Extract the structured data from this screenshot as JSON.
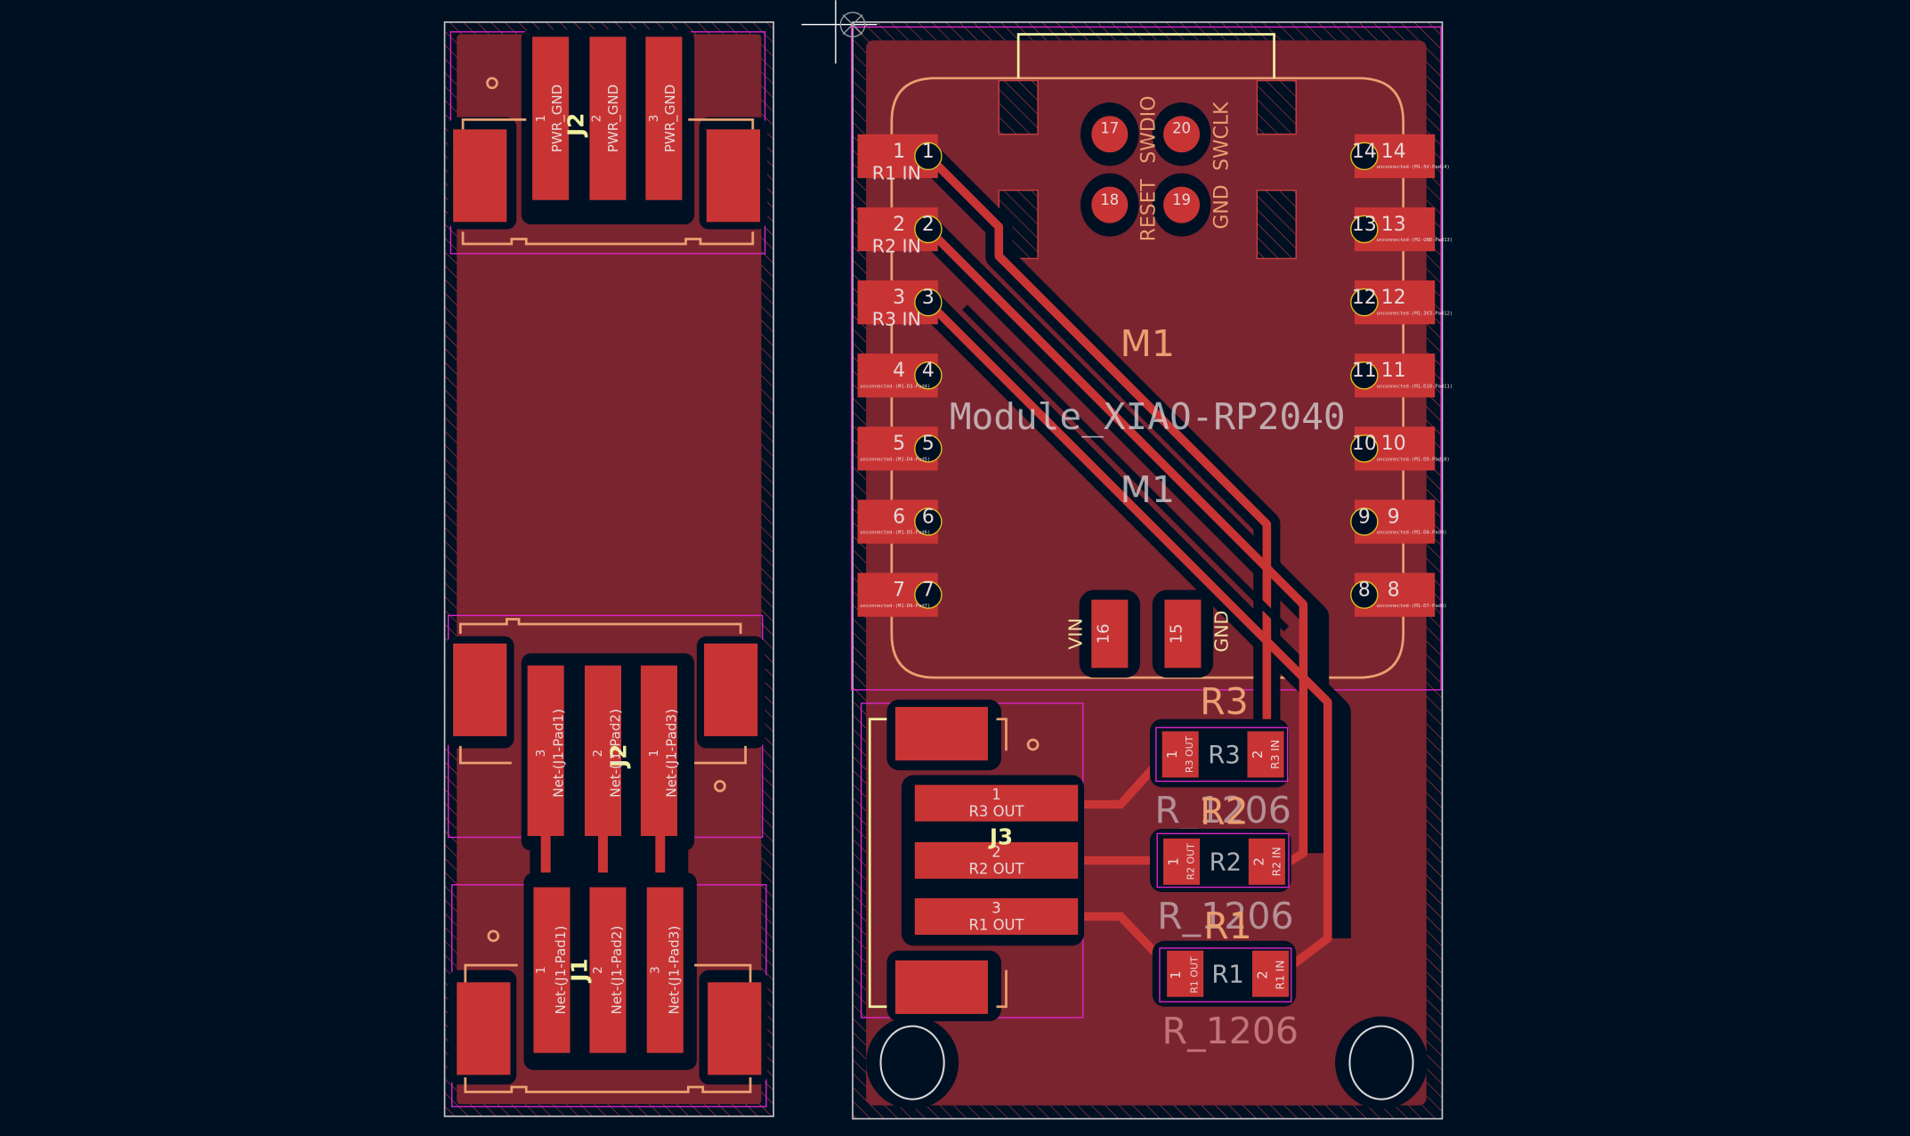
{
  "app": {
    "view": "PCB Editor canvas"
  },
  "colors": {
    "background": "#001023",
    "copper_fill": "#7a2430",
    "pad": "#c83434",
    "edge_cut": "#c8c8c8",
    "courtyard": "#e024c8",
    "silkscreen": "#e8a070",
    "fab": "#f0f0a0",
    "hatch": "#c84040",
    "ref_text": "#d8d8d8"
  },
  "left_board": {
    "top_connector": {
      "ref": "J2",
      "pads": [
        {
          "num": "1",
          "net": "PWR_GND"
        },
        {
          "num": "2",
          "net": "PWR_GND"
        },
        {
          "num": "3",
          "net": "PWR_GND"
        }
      ]
    },
    "middle_connector": {
      "ref": "J2",
      "pads": [
        {
          "num": "3",
          "net": "Net-(J1-Pad1)"
        },
        {
          "num": "2",
          "net": "Net-(J1-Pad2)"
        },
        {
          "num": "1",
          "net": "Net-(J1-Pad3)"
        }
      ]
    },
    "bottom_connector": {
      "ref": "J1",
      "pads": [
        {
          "num": "1",
          "net": "Net-(J1-Pad1)"
        },
        {
          "num": "2",
          "net": "Net-(J1-Pad2)"
        },
        {
          "num": "3",
          "net": "Net-(J1-Pad3)"
        }
      ]
    }
  },
  "right_board": {
    "module": {
      "ref": "M1",
      "ref_fab": "M1",
      "value": "Module_XIAO-RP2040",
      "left_pads": [
        {
          "num": "1",
          "label": "R1 IN",
          "net": "R1 IN"
        },
        {
          "num": "2",
          "label": "R2 IN",
          "net": "R2 IN"
        },
        {
          "num": "3",
          "label": "R3 IN",
          "net": "R3 IN"
        },
        {
          "num": "4",
          "label": "",
          "net": "unconnected-(M1-D3-Pad4)"
        },
        {
          "num": "5",
          "label": "",
          "net": "unconnected-(M1-D4-Pad5)"
        },
        {
          "num": "6",
          "label": "",
          "net": "unconnected-(M1-D5-Pad6)"
        },
        {
          "num": "7",
          "label": "",
          "net": "unconnected-(M1-D6-Pad7)"
        }
      ],
      "right_pads": [
        {
          "num": "14",
          "net": "unconnected-(M1-5V-Pad14)"
        },
        {
          "num": "13",
          "net": "unconnected-(M1-GND-Pad13)"
        },
        {
          "num": "12",
          "net": "unconnected-(M1-3V3-Pad12)"
        },
        {
          "num": "11",
          "net": "unconnected-(M1-D10-Pad11)"
        },
        {
          "num": "10",
          "net": "unconnected-(M1-D9-Pad10)"
        },
        {
          "num": "9",
          "net": "unconnected-(M1-D8-Pad9)"
        },
        {
          "num": "8",
          "net": "unconnected-(M1-D7-Pad8)"
        }
      ],
      "swd_pads": [
        {
          "num": "17"
        },
        {
          "num": "20"
        },
        {
          "num": "18"
        },
        {
          "num": "19"
        }
      ],
      "swd_labels": {
        "reset": "RESET",
        "swdio": "SWDIO",
        "gnd": "GND",
        "swclk": "SWCLK"
      },
      "bottom_pads": [
        {
          "num": "16",
          "label": "VIN"
        },
        {
          "num": "15",
          "label": "GND"
        }
      ]
    },
    "connector": {
      "ref": "J3",
      "pads": [
        {
          "num": "1",
          "net": "R3 OUT"
        },
        {
          "num": "2",
          "net": "R2 OUT"
        },
        {
          "num": "3",
          "net": "R1 OUT"
        }
      ]
    },
    "resistors": [
      {
        "ref": "R3",
        "value": "R_1206",
        "pad1": "R3 OUT",
        "pad2": "R3 IN"
      },
      {
        "ref": "R2",
        "value": "R_1206",
        "pad1": "R2 OUT",
        "pad2": "R2 IN"
      },
      {
        "ref": "R1",
        "value": "R_1206",
        "pad1": "R1 OUT",
        "pad2": "R1 IN"
      }
    ],
    "pad_nums": {
      "one": "1",
      "two": "2"
    }
  }
}
